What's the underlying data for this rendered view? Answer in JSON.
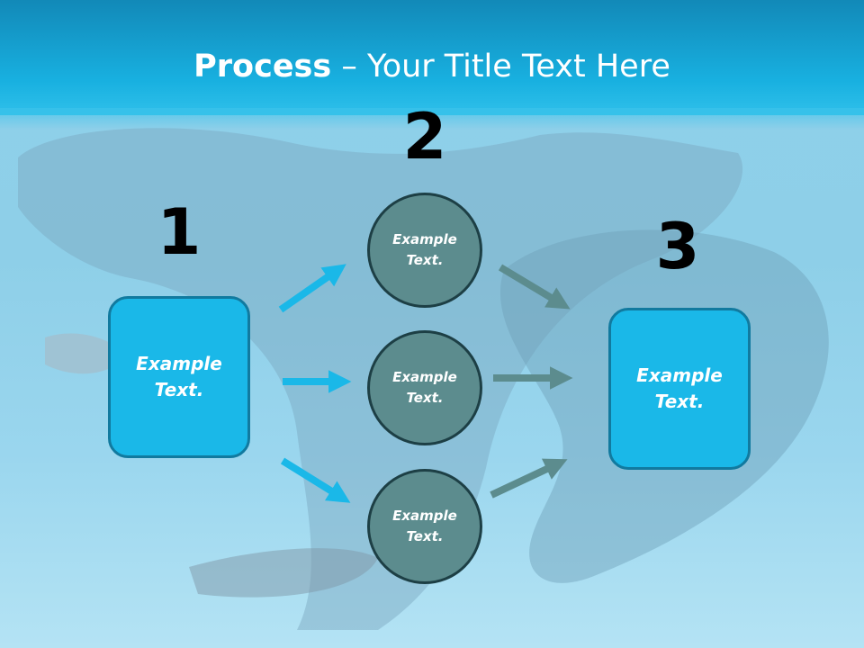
{
  "title": {
    "bold": "Process",
    "rest": " – Your Title Text Here"
  },
  "numbers": [
    "1",
    "2",
    "3"
  ],
  "start_box": {
    "text": "Example Text."
  },
  "circles": [
    {
      "text": "Example Text."
    },
    {
      "text": "Example Text."
    },
    {
      "text": "Example Text."
    }
  ],
  "end_box": {
    "text": "Example Text."
  },
  "colors": {
    "header": "#18b0e0",
    "box_fill": "#1ab8e8",
    "circle_fill": "#5c8c8e",
    "arrow_blue": "#1ab8e8",
    "arrow_teal": "#5c8c8e"
  }
}
